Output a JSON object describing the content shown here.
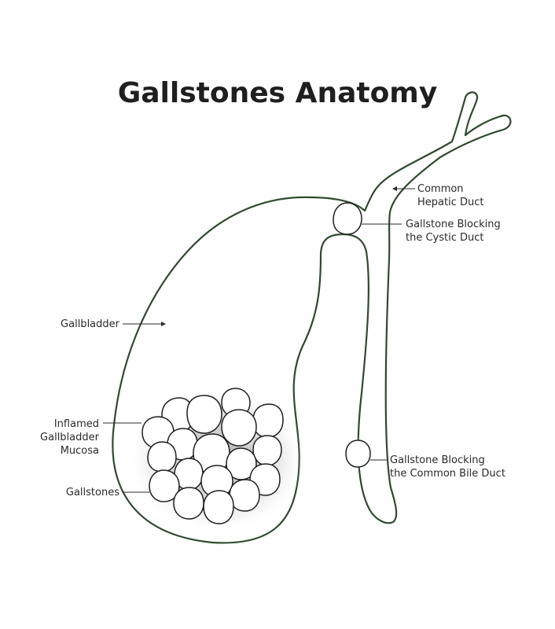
{
  "title": "Gallstones Anatomy",
  "colors": {
    "outline": "#2f4a2f",
    "stone_shadow": "#9a9a9a",
    "text": "#2a2a2a"
  },
  "labels": {
    "common_hepatic_duct": [
      "Common",
      "Hepatic Duct"
    ],
    "cystic_duct_stone": [
      "Gallstone Blocking",
      "the Cystic Duct"
    ],
    "gallbladder": [
      "Gallbladder"
    ],
    "inflamed_mucosa": [
      "Inflamed",
      "Gallbladder",
      "Mucosa"
    ],
    "gallstones": [
      "Gallstones"
    ],
    "bile_duct_stone": [
      "Gallstone Blocking",
      "the Common Bile Duct"
    ]
  }
}
